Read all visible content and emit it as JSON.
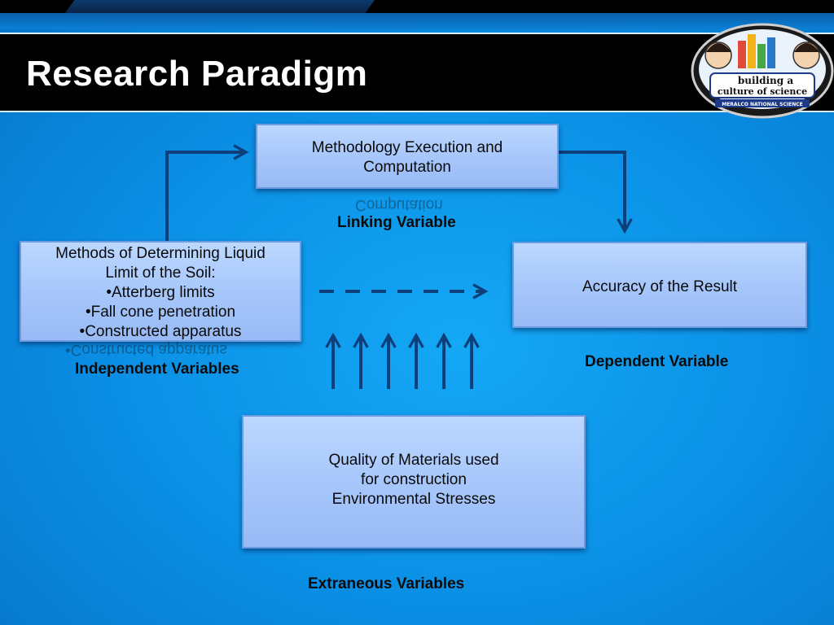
{
  "slide": {
    "title": "Research Paradigm",
    "logo": {
      "text_line1": "building a",
      "text_line2": "culture of science",
      "text_line3": "MERALCO NATIONAL SCIENCE"
    }
  },
  "boxes": {
    "methodology": {
      "line1": "Methodology Execution and",
      "line2": "Computation"
    },
    "independent": {
      "line1": "Methods of Determining Liquid",
      "line2": "Limit of the Soil:",
      "line3": "•Atterberg limits",
      "line4": "•Fall cone penetration",
      "line5": "•Constructed apparatus"
    },
    "dependent": {
      "line1": "Accuracy of the Result"
    },
    "extraneous": {
      "line1": "Quality of Materials used",
      "line2": "for construction",
      "line3": "Environmental Stresses"
    }
  },
  "labels": {
    "linking": "Linking Variable",
    "independent": "Independent Variables",
    "dependent": "Dependent Variable",
    "extraneous": "Extraneous Variables"
  },
  "colors": {
    "background": "#0a8ee4",
    "header": "#000000",
    "box_fill": "#a7c7fb",
    "arrow": "#0d3f7a",
    "title_text": "#ffffff"
  }
}
